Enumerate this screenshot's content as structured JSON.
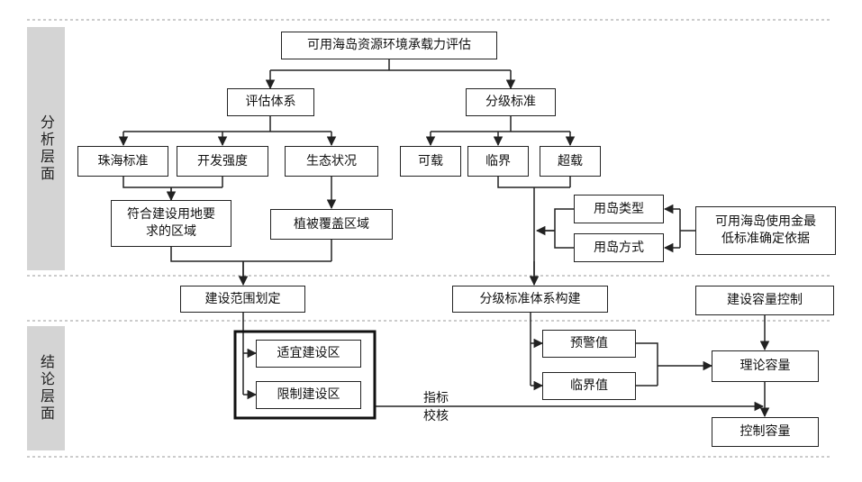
{
  "layers": {
    "analysis": "分析层面",
    "conclusion": "结论层面"
  },
  "nodes": {
    "root": "可用海岛资源环境承载力评估",
    "eval_system": "评估体系",
    "grading_standard": "分级标准",
    "zhuhai_standard": "珠海标准",
    "dev_intensity": "开发强度",
    "eco_status": "生态状况",
    "grade_can": "可载",
    "grade_critical": "临界",
    "grade_over": "超载",
    "land_req_line1": "符合建设用地要",
    "land_req_line2": "求的区域",
    "veg_cover": "植被覆盖区域",
    "island_type": "用岛类型",
    "island_mode": "用岛方式",
    "fee_basis_line1": "可用海岛使用金最",
    "fee_basis_line2": "低标准确定依据",
    "scope": "建设范围划定",
    "grading_system": "分级标准体系构建",
    "capacity_control": "建设容量控制",
    "suitable_zone": "适宜建设区",
    "restricted_zone": "限制建设区",
    "warning_value": "预警值",
    "critical_value": "临界值",
    "theory_capacity": "理论容量",
    "control_capacity": "控制容量"
  },
  "annotations": {
    "check_line1": "指标",
    "check_line2": "校核"
  },
  "colors": {
    "band": "#d4d4d4",
    "line": "#222222",
    "dash": "#999999"
  }
}
